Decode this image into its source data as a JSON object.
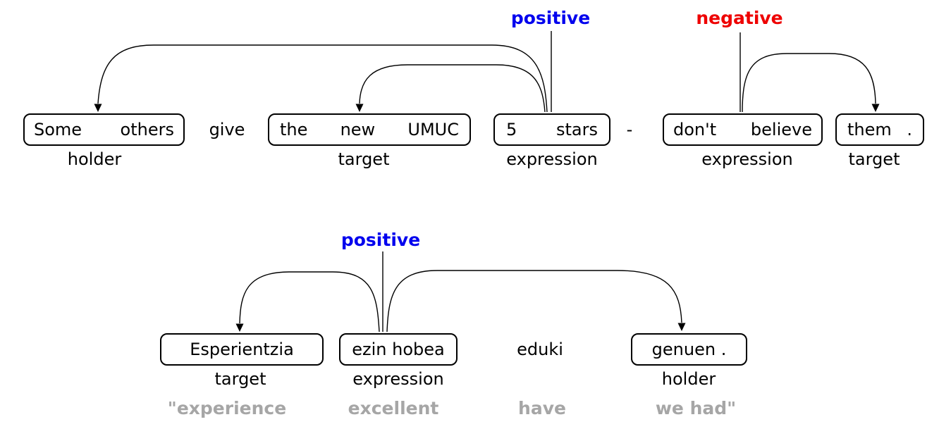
{
  "colors": {
    "positive_blue": "#0000ee",
    "negative_red": "#ee0000",
    "gloss_gray": "#a6a6a6",
    "arc_stroke": "#000000"
  },
  "sentence1": {
    "positive_label": "positive",
    "negative_label": "negative",
    "holder_box": {
      "tokens": [
        "Some",
        "others"
      ],
      "role": "holder"
    },
    "word_give": "give",
    "target_box": {
      "tokens": [
        "the",
        "new",
        "UMUC"
      ],
      "role": "target"
    },
    "expression_pos_box": {
      "tokens": [
        "5",
        "stars"
      ],
      "role": "expression"
    },
    "word_dash": "-",
    "expression_neg_box": {
      "tokens": [
        "don't",
        "believe"
      ],
      "role": "expression"
    },
    "target2_box": {
      "tokens": [
        "them",
        "."
      ],
      "role": "target"
    }
  },
  "sentence2": {
    "positive_label": "positive",
    "target_box": {
      "text": "Esperientzia",
      "role": "target",
      "gloss": "\"experience"
    },
    "expression_box": {
      "text": "ezin hobea",
      "role": "expression",
      "gloss": "excellent"
    },
    "word_eduki": {
      "text": "eduki",
      "gloss": "have"
    },
    "holder_box": {
      "text": "genuen .",
      "role": "holder",
      "gloss": "we had\""
    }
  }
}
